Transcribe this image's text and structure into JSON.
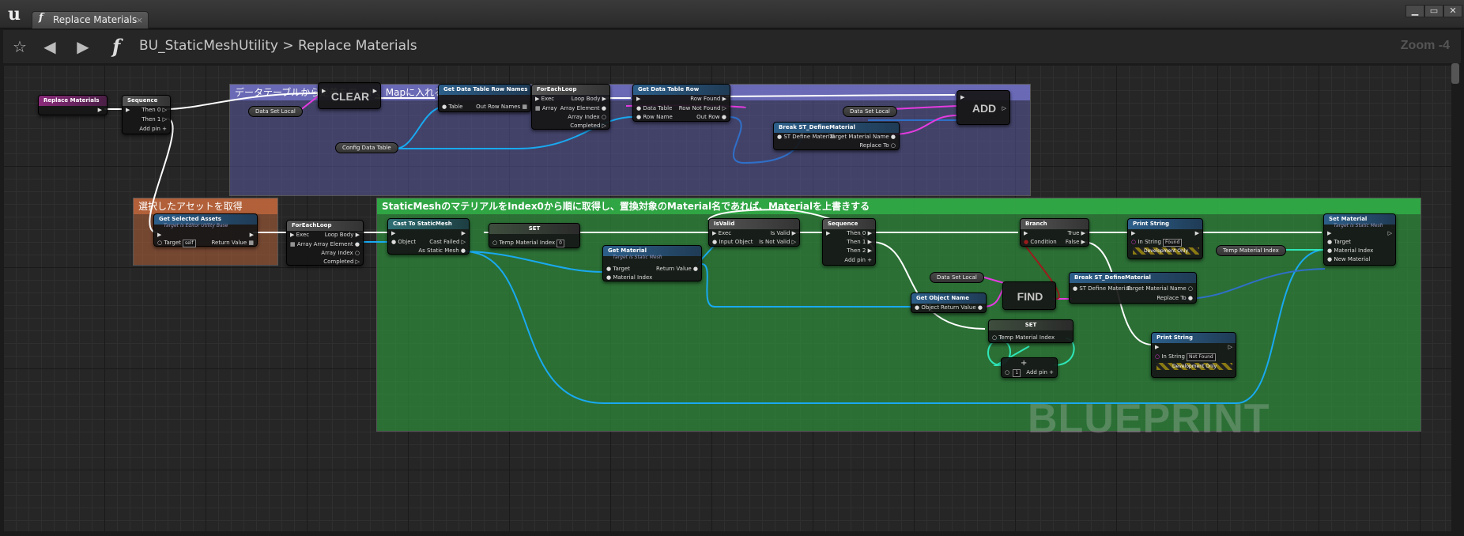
{
  "window": {
    "tab_label": "Replace Materials",
    "tab_icon": "function-icon",
    "tab_close": "×",
    "minimize": "▁",
    "maximize": "▭",
    "close": "✕"
  },
  "toolbar": {
    "breadcrumb_root": "BU_StaticMeshUtility",
    "breadcrumb_sep": ">",
    "breadcrumb_current": "Replace Materials",
    "zoom": "Zoom -4"
  },
  "comments": {
    "load": "データテーブルから定義をロード、Mapに入れる",
    "selected": "選択したアセットを取得",
    "mesh": "StaticMeshのマテリアルをIndex0から順に取得し、置換対象のMaterial名であれば、Materialを上書きする"
  },
  "nodes": {
    "replace_materials": {
      "title": "Replace Materials"
    },
    "sequence1": {
      "title": "Sequence",
      "then0": "Then 0",
      "then1": "Then 1",
      "add_pin": "Add pin"
    },
    "clear": {
      "title": "CLEAR"
    },
    "data_set_local_1": {
      "label": "Data Set Local"
    },
    "get_rows": {
      "title": "Get Data Table Row Names",
      "table": "Table",
      "out": "Out Row Names"
    },
    "foreach1": {
      "title": "ForEachLoop",
      "exec": "Exec",
      "array": "Array",
      "body": "Loop Body",
      "elem": "Array Element",
      "index": "Array Index",
      "completed": "Completed"
    },
    "get_row": {
      "title": "Get Data Table Row",
      "table": "Data Table",
      "row": "Row Name",
      "found": "Row Found",
      "notfound": "Row Not Found",
      "out": "Out Row"
    },
    "config_data_table": {
      "label": "Config Data Table"
    },
    "data_set_local_2": {
      "label": "Data Set Local"
    },
    "add": {
      "title": "ADD"
    },
    "break1": {
      "title": "Break ST_DefineMaterial",
      "in": "ST Define Material",
      "target": "Target Material Name",
      "replace": "Replace To"
    },
    "get_selected": {
      "title": "Get Selected Assets",
      "sub": "Target is Editor Utility Base",
      "target": "Target",
      "self": "self",
      "ret": "Return Value"
    },
    "foreach2": {
      "title": "ForEachLoop",
      "exec": "Exec",
      "array": "Array",
      "body": "Loop Body",
      "elem": "Array Element",
      "index": "Array Index",
      "completed": "Completed"
    },
    "cast": {
      "title": "Cast To StaticMesh",
      "object": "Object",
      "failed": "Cast Failed",
      "as": "As Static Mesh"
    },
    "set1": {
      "title": "SET",
      "pin": "Temp Material Index",
      "value": "0"
    },
    "get_material": {
      "title": "Get Material",
      "sub": "Target is Static Mesh",
      "target": "Target",
      "index": "Material Index",
      "ret": "Return Value"
    },
    "isvalid": {
      "title": "IsValid",
      "exec": "Exec",
      "obj": "Input Object",
      "valid": "Is Valid",
      "notvalid": "Is Not Valid"
    },
    "sequence2": {
      "title": "Sequence",
      "then0": "Then 0",
      "then1": "Then 1",
      "then2": "Then 2",
      "add_pin": "Add pin"
    },
    "data_set_local_3": {
      "label": "Data Set Local"
    },
    "get_obj_name": {
      "title": "Get Object Name",
      "obj": "Object",
      "ret": "Return Value"
    },
    "find": {
      "title": "FIND"
    },
    "set2": {
      "title": "SET",
      "pin": "Temp Material Index"
    },
    "add_node": {
      "plus": "+",
      "label": "Add pin",
      "value": "1"
    },
    "branch": {
      "title": "Branch",
      "cond": "Condition",
      "true": "True",
      "false": "False"
    },
    "break2": {
      "title": "Break ST_DefineMaterial",
      "in": "ST Define Material",
      "target": "Target Material Name",
      "replace": "Replace To"
    },
    "print1": {
      "title": "Print String",
      "in": "In String",
      "value": "Found",
      "dev": "Development Only"
    },
    "print2": {
      "title": "Print String",
      "in": "In String",
      "value": "Not Found",
      "dev": "Development Only"
    },
    "temp_material_index": {
      "label": "Temp Material Index"
    },
    "set_material": {
      "title": "Set Material",
      "sub": "Target is Static Mesh",
      "target": "Target",
      "index": "Material Index",
      "newmat": "New Material"
    }
  },
  "watermark": "BLUEPRINT",
  "colors": {
    "exec": "#ffffff",
    "object": "#19a9f0",
    "struct": "#2f6fc8",
    "name": "#e53be0",
    "bool": "#9b1c1c",
    "int": "#2ee6b8",
    "comment_load": "#5a5a9a",
    "comment_selected": "#b5623a",
    "comment_mesh": "#2e9e3e"
  }
}
